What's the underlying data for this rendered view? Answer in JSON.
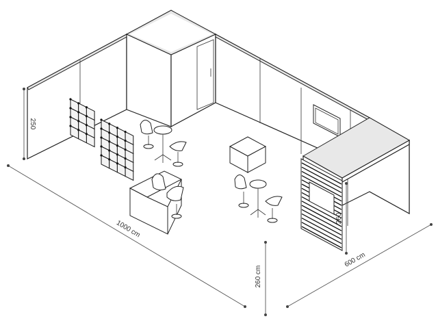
{
  "dimensions": {
    "length": "1000 cm",
    "depth": "600 cm",
    "height_left": "250",
    "height_right": "260",
    "height_front": "260 cm"
  },
  "colors": {
    "line": "#222222",
    "background": "#ffffff",
    "slat_panel": "#111111"
  }
}
